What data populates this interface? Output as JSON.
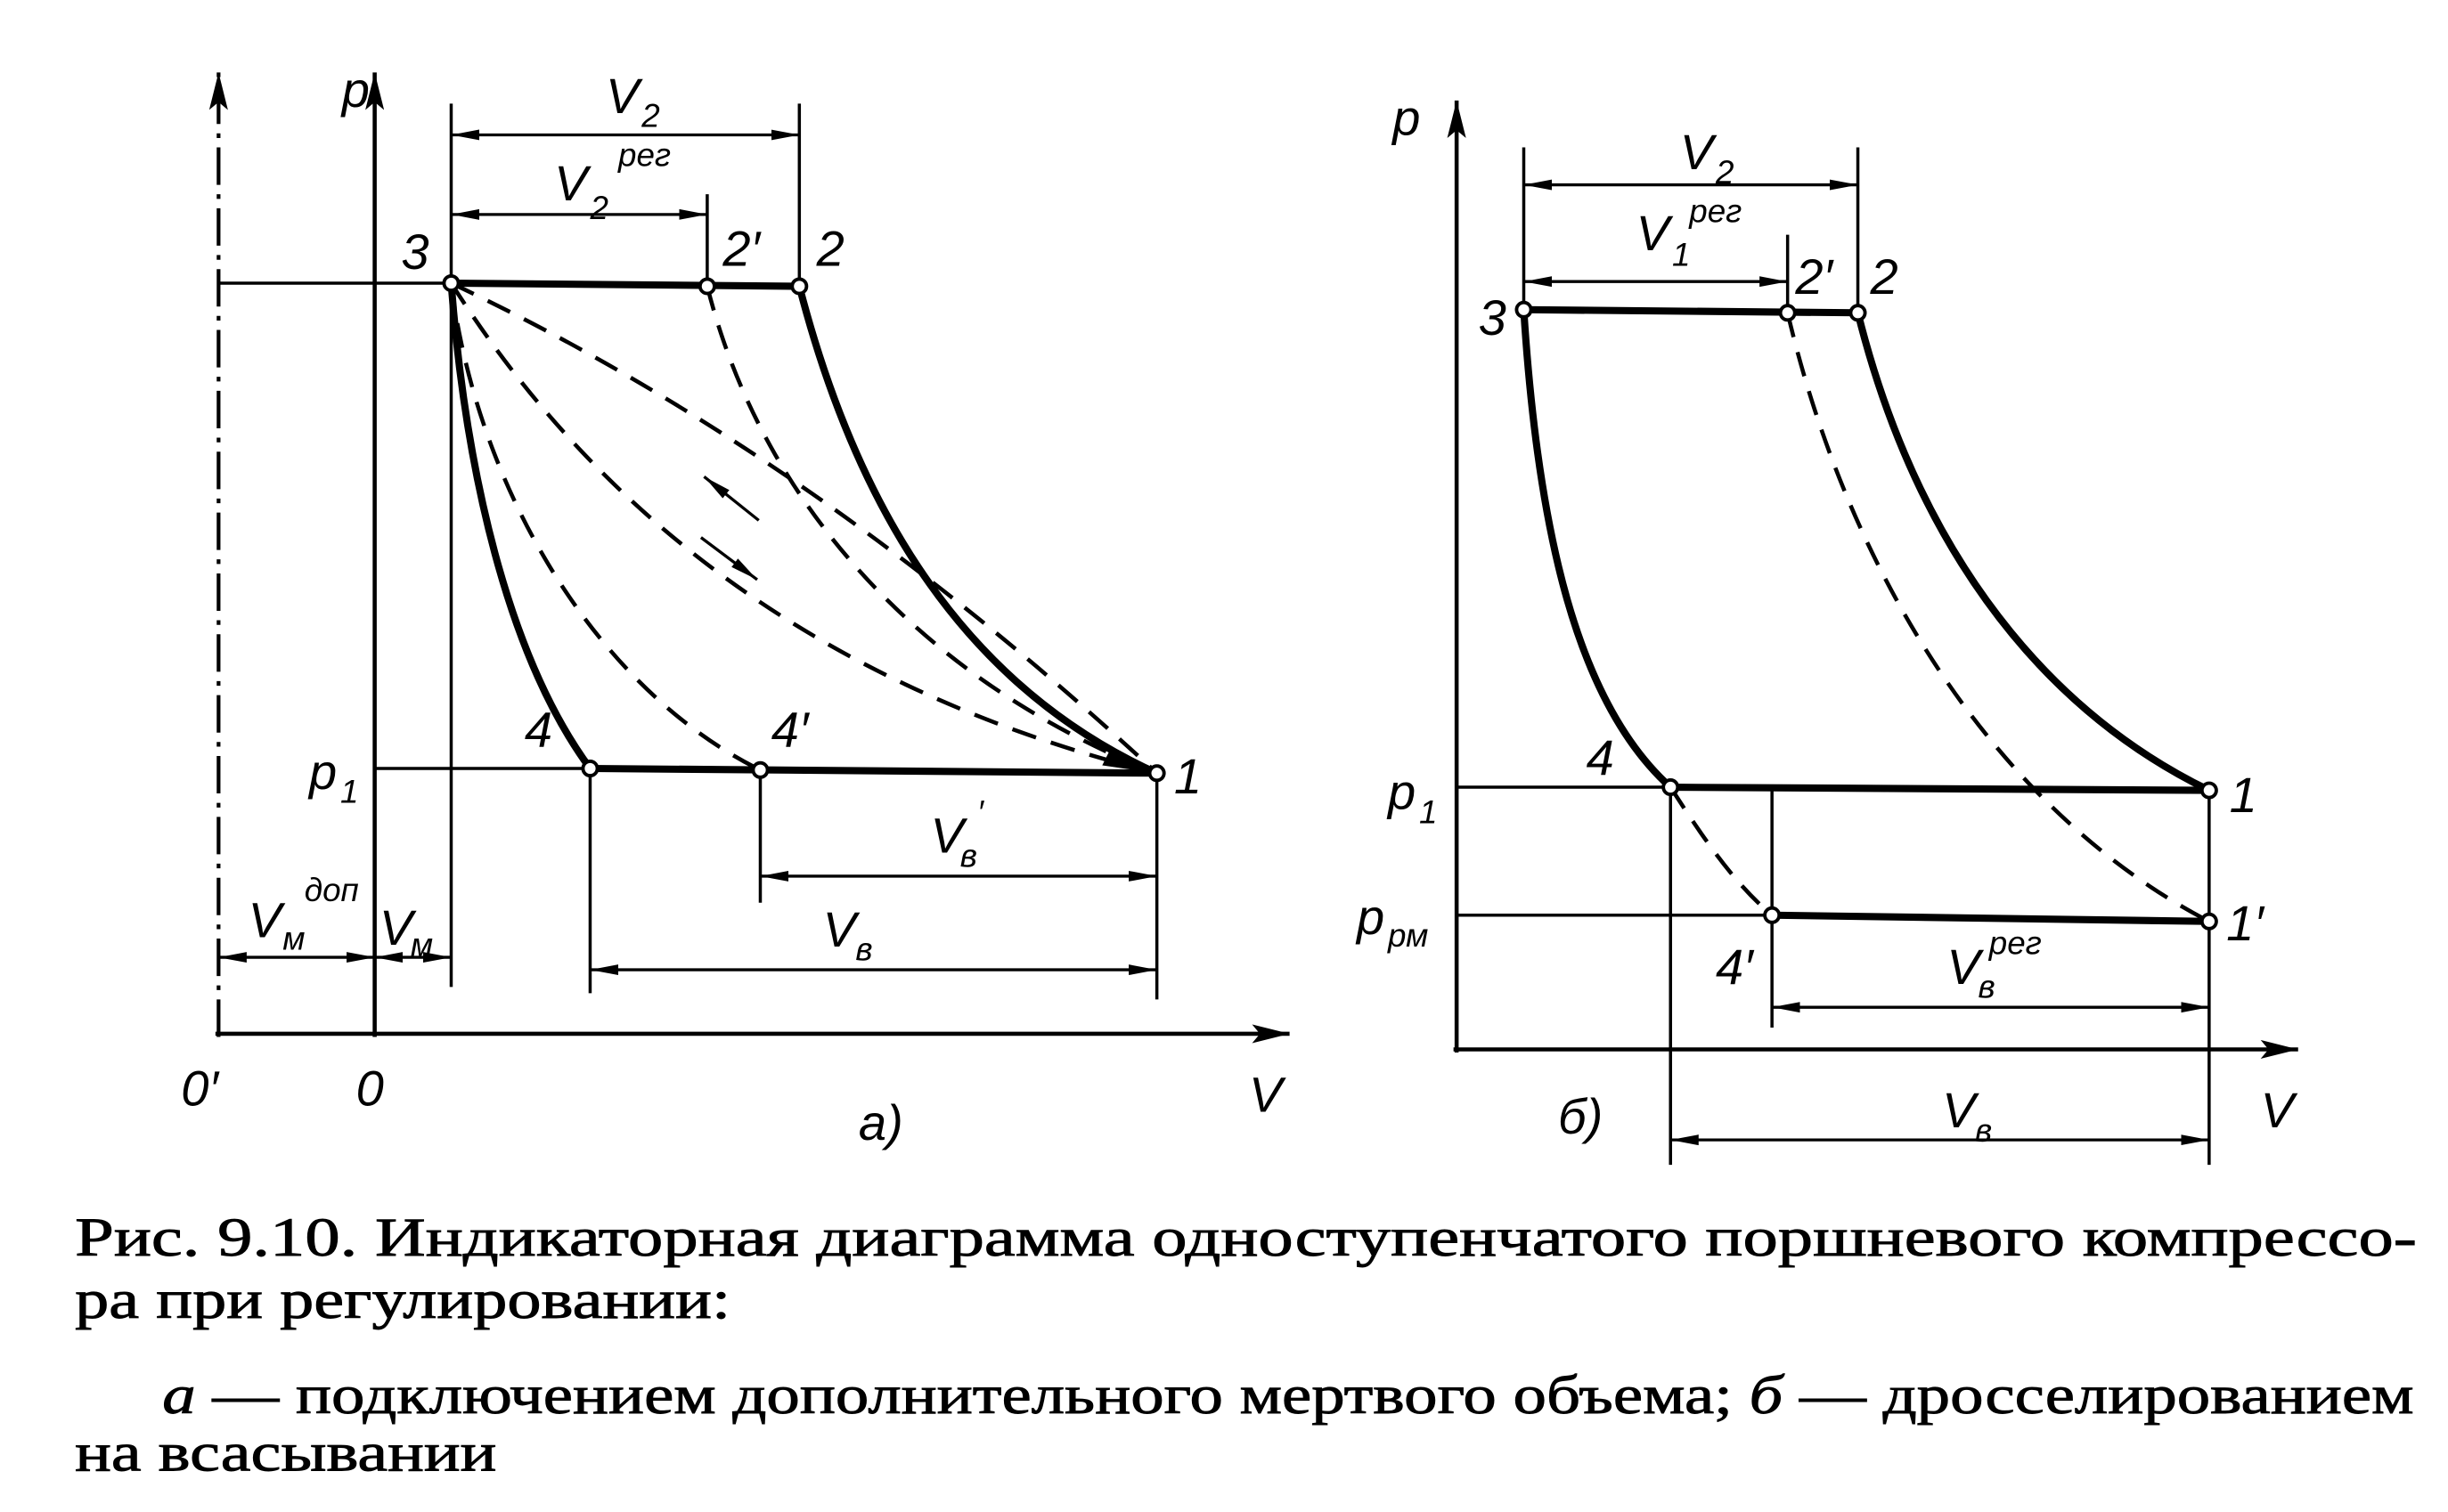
{
  "panel_a": {
    "axis_p": "p",
    "axis_v": "V",
    "origin": "0",
    "origin_prime": "0′",
    "panel_label": "а)",
    "point_1": "1",
    "point_2": "2",
    "point_2_prime": "2′",
    "point_3": "3",
    "point_4": "4",
    "point_4_prime": "4′",
    "p1": {
      "base": "p",
      "sub": "1"
    },
    "v2": {
      "base": "V",
      "sub": "2"
    },
    "v2_reg": {
      "base": "V",
      "sub": "2",
      "sup": "рег"
    },
    "vv_prime": {
      "base": "V",
      "sub": "в",
      "sup": "′"
    },
    "vv": {
      "base": "V",
      "sub": "в"
    },
    "vm_dop": {
      "base": "V",
      "sub": "м",
      "sup": "доп"
    },
    "vm": {
      "base": "V",
      "sub": "м"
    }
  },
  "panel_b": {
    "axis_p": "p",
    "axis_v": "V",
    "panel_label": "б)",
    "point_1": "1",
    "point_1_prime": "1′",
    "point_2": "2",
    "point_2_prime": "2′",
    "point_3": "3",
    "point_4": "4",
    "point_4_prime": "4′",
    "p1": {
      "base": "p",
      "sub": "1"
    },
    "p_rm": {
      "base": "p",
      "sub": "рм"
    },
    "v2": {
      "base": "V",
      "sub": "2"
    },
    "v1_reg": {
      "base": "V",
      "sub": "1",
      "sup": "рег"
    },
    "vv_reg": {
      "base": "V",
      "sub": "в",
      "sup": "рег"
    },
    "vv": {
      "base": "V",
      "sub": "в"
    }
  },
  "caption": {
    "number": "Рис. 9.10.",
    "line1": " Индикаторная диаграмма одноступенчатого поршневого компрессо-",
    "line2": "ра при регулировании:",
    "item_a_marker": "а",
    "item_a_text": " — подключением дополнительного мертвого объема; ",
    "item_b_marker": "б",
    "item_b_text": " — дросселированием",
    "line4": "на всасывании"
  }
}
